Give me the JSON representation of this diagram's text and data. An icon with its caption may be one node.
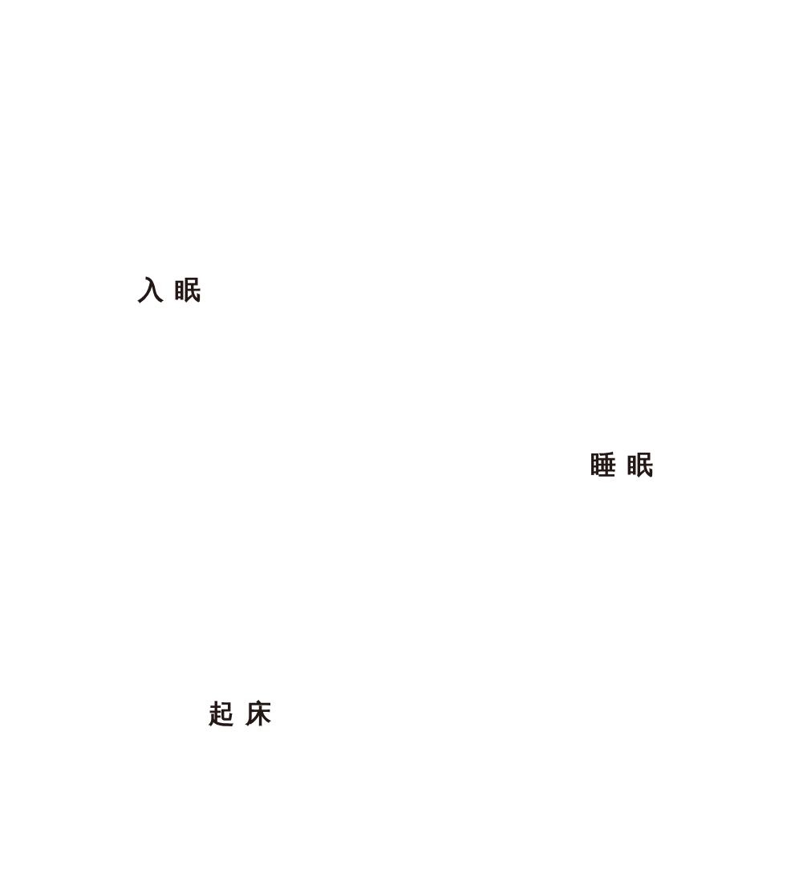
{
  "diagram": {
    "labels": [
      "入眠",
      "睡眠",
      "起床"
    ]
  }
}
